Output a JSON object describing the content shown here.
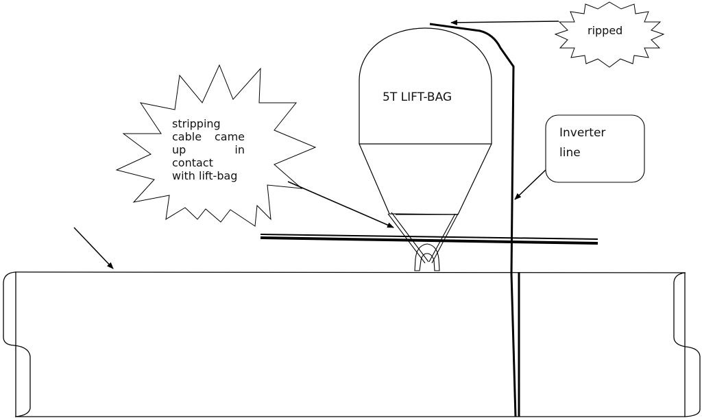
{
  "labels": {
    "lift_bag": "5T LIFT-BAG",
    "stripping_cable": [
      "stripping cable came",
      "up in",
      "contact",
      "with lift-bag"
    ],
    "ripped": "ripped",
    "inverter_line": [
      "Inverter",
      "line"
    ]
  },
  "colors": {
    "line": "#000000",
    "background": "#ffffff"
  }
}
